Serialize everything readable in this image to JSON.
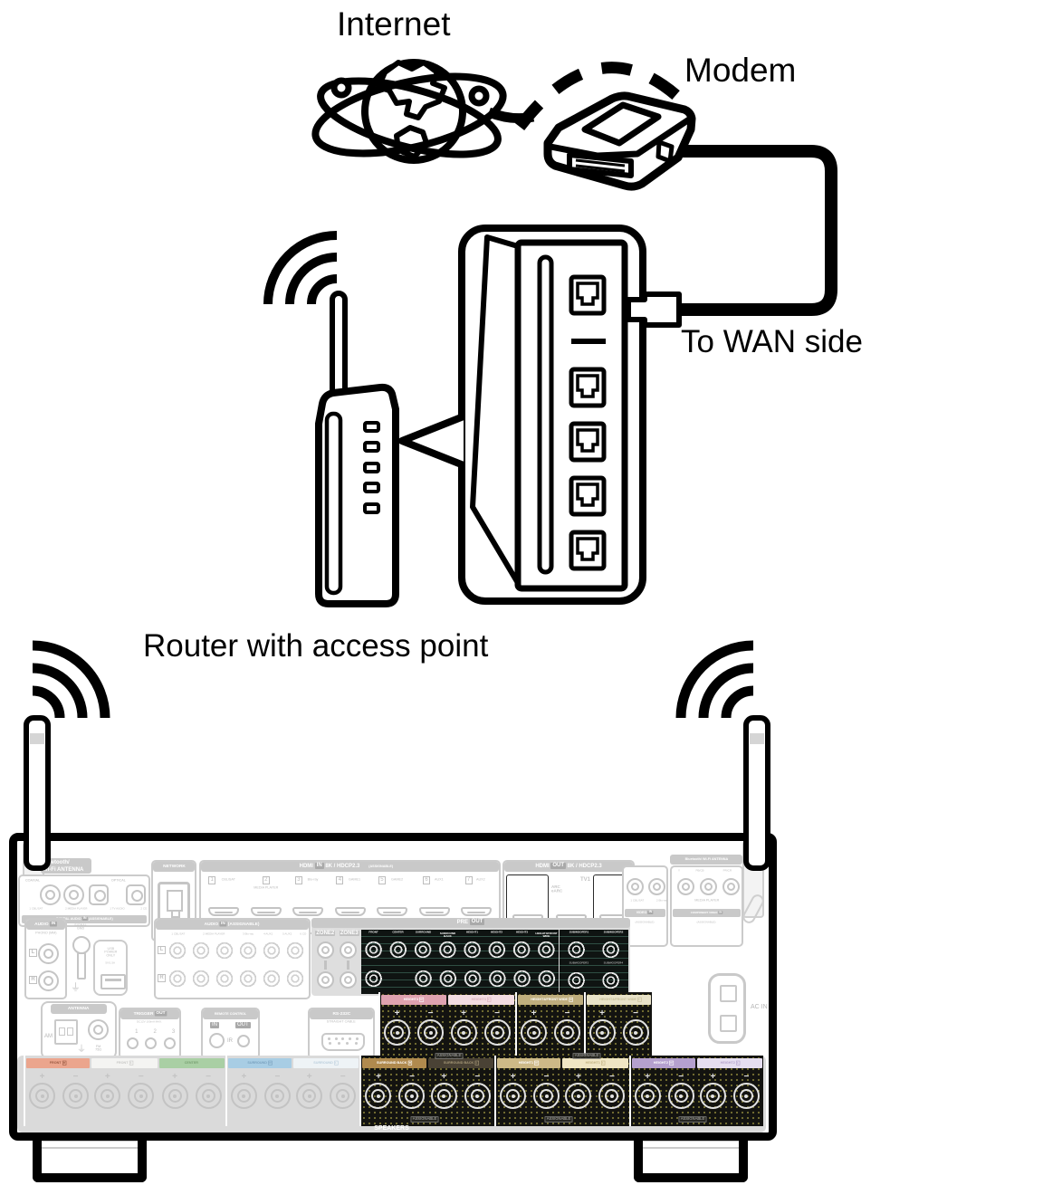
{
  "labels": {
    "internet": "Internet",
    "modem": "Modem",
    "to_wan": "To WAN side",
    "router": "Router with access point"
  },
  "receiver": {
    "bt_left_1": "Bluetooth/",
    "bt_left_2": "Wi-Fi ANTENNA",
    "bt_right": "Bluetooth/ Wi-Fi ANTENNA",
    "digital_audio": {
      "coaxial": "COAXIAL",
      "optical": "OPTICAL",
      "jacks": [
        "1 CBL/SAT",
        "2 MEDIA PLAYER",
        "1 TV AUDIO",
        "2 CD"
      ],
      "title": "DIGITAL AUDIO",
      "badge": "IN",
      "assignable": "(ASSIGNABLE)"
    },
    "network": "NETWORK",
    "hdmi_in": {
      "title": "HDMI",
      "badge": "IN",
      "spec": "8K / HDCP2.3",
      "assignable": "(ASSIGNABLE)",
      "ports": [
        {
          "num": "1",
          "name": "CBL/SAT"
        },
        {
          "num": "2",
          "name": "MEDIA PLAYER"
        },
        {
          "num": "3",
          "name": "Blu-ray"
        },
        {
          "num": "4",
          "name": "GAME1"
        },
        {
          "num": "5",
          "name": "GAME2"
        },
        {
          "num": "6",
          "name": "AUX1"
        },
        {
          "num": "7",
          "name": "AUX2"
        }
      ]
    },
    "hdmi_out": {
      "title": "HDMI",
      "badge": "OUT",
      "spec": "8K / HDCP2.3",
      "ports": [
        {
          "name": "ZONE2",
          "sub": "4K",
          "hl": true
        },
        {
          "name": "TV1",
          "sub": "ARC eARC",
          "hl": false
        },
        {
          "name": "TV2",
          "sub": "",
          "hl": true
        }
      ]
    },
    "video_in": {
      "title": "VIDEO",
      "badge": "IN",
      "assignable": "(ASSIGNABLE)",
      "jacks": [
        "1 CBL/SAT",
        "2 Blu-ray"
      ]
    },
    "component": {
      "title": "COMPONENT VIDEO",
      "badge": "IN",
      "assignable": "(ASSIGNABLE)",
      "pins": [
        "Y",
        "PB/CB",
        "PR/CR"
      ],
      "device": "MEDIA PLAYER"
    },
    "phono": {
      "title": "AUDIO",
      "badge": "IN",
      "name": "PHONO (MM)",
      "l": "L",
      "r": "R"
    },
    "gnd_1": "SIGNAL",
    "gnd_2": "GND",
    "usb": {
      "l1": "USB",
      "l2": "POWER",
      "l3": "ONLY",
      "l4": "5V/1.5A"
    },
    "audio_in": {
      "title": "AUDIO",
      "badge": "IN",
      "assignable": "(ASSIGNABLE)",
      "jacks": [
        "1 CBL/SAT",
        "2 MEDIA PLAYER",
        "3 Blu-ray",
        "4 AUX1",
        "5 AUX2",
        "6 CD"
      ],
      "l": "L",
      "r": "R"
    },
    "pre_out": {
      "title": "PRE",
      "badge": "OUT",
      "zones": [
        "ZONE2",
        "ZONE3"
      ],
      "channels": [
        "FRONT",
        "CENTER",
        "SURROUND",
        "SURROUND BACK",
        "HEIGHT1",
        "HEIGHT2",
        "HEIGHT3",
        "HEIGHT4/FRONT WIDE"
      ],
      "subs_top": [
        "SUBWOOFER1",
        "SUBWOOFER2"
      ],
      "subs_mid": [
        "SUBWOOFER3",
        "SUBWOOFER4"
      ]
    },
    "ac_in": "AC IN",
    "fm_am": {
      "title": "ANTENNA",
      "am": "AM",
      "fm": "FM",
      "ohm": "75Ω"
    },
    "trigger": {
      "title": "TRIGGER",
      "badge": "OUT",
      "spec": "DC12V 100mA MAX.",
      "jacks": [
        "1",
        "2",
        "3"
      ]
    },
    "remote": {
      "title": "REMOTE CONTROL",
      "in": "IN",
      "out": "OUT",
      "ir": "IR"
    },
    "rs232": {
      "title": "RS-232C",
      "sub": "STRAIGHT CABLE"
    },
    "speakers_title": "SPEAKERS",
    "assignable": "ASSIGNABLE",
    "height_row": [
      {
        "name": "HEIGHT3",
        "ch": "R",
        "bg": "#dfa2b0",
        "fg": "#ffffff",
        "hl": true
      },
      {
        "name": "HEIGHT3",
        "ch": "L",
        "bg": "#f3dce2",
        "fg": "#d9aeb9",
        "hl": true
      },
      {
        "name": "HEIGHT4/FRONT WIDE",
        "ch": "R",
        "bg": "#bfae7e",
        "fg": "#ffffff",
        "hl": true
      },
      {
        "name": "HEIGHT4/FRONT WIDE",
        "ch": "L",
        "bg": "#e9e3c9",
        "fg": "#c6bd97",
        "hl": true
      }
    ],
    "main_row": [
      {
        "name": "FRONT",
        "ch": "R",
        "bg": "#eba58d",
        "fg": "#9a5a42",
        "hl": false
      },
      {
        "name": "FRONT",
        "ch": "L",
        "bg": "#f4f4f2",
        "fg": "#c8c8c6",
        "hl": false
      },
      {
        "name": "CENTER",
        "ch": "",
        "bg": "#a9cfa4",
        "fg": "#79a173",
        "hl": false
      },
      {
        "name": "SURROUND",
        "ch": "R",
        "bg": "#a8cde4",
        "fg": "#7aa2bf",
        "hl": false
      },
      {
        "name": "SURROUND",
        "ch": "L",
        "bg": "#eef3f6",
        "fg": "#bccfdd",
        "hl": false
      },
      {
        "name": "SURROUND BACK",
        "ch": "R",
        "bg": "#b08a4e",
        "fg": "#ffffff",
        "hl": true
      },
      {
        "name": "SURROUND BACK",
        "ch": "L",
        "bg": "#4a4235",
        "fg": "#a89a78",
        "hl": true
      },
      {
        "name": "HEIGHT1",
        "ch": "R",
        "bg": "#cdb987",
        "fg": "#ffffff",
        "hl": true
      },
      {
        "name": "HEIGHT1",
        "ch": "L",
        "bg": "#f0e6c4",
        "fg": "#c2b382",
        "hl": true
      },
      {
        "name": "HEIGHT2",
        "ch": "R",
        "bg": "#b5a0ce",
        "fg": "#ffffff",
        "hl": true
      },
      {
        "name": "HEIGHT2",
        "ch": "L",
        "bg": "#e6def0",
        "fg": "#b3a2cb",
        "hl": true
      }
    ]
  }
}
